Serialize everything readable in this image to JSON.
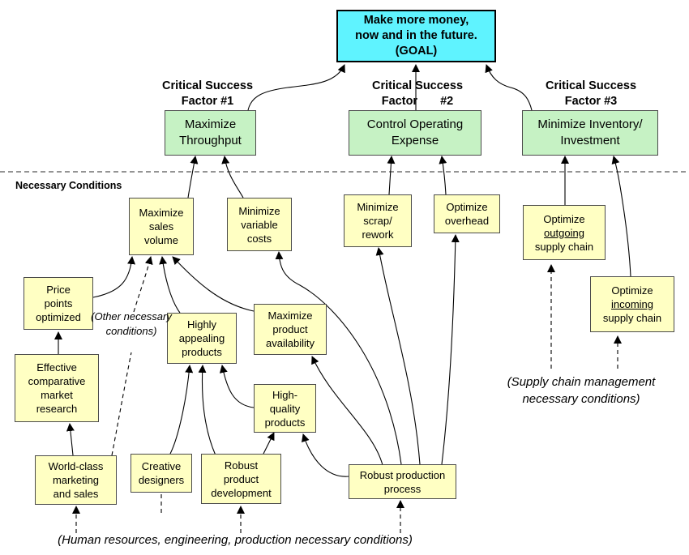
{
  "goal": {
    "line1": "Make more money,",
    "line2": "now and in the future.",
    "line3": "(GOAL)"
  },
  "csf_headers": {
    "csf1_line1": "Critical Success",
    "csf1_line2": "Factor #1",
    "csf2_line1": "Critical Success",
    "csf2_line2a": "Factor",
    "csf2_line2b": "#2",
    "csf3_line1": "Critical Success",
    "csf3_line2": "Factor #3"
  },
  "csf_boxes": {
    "throughput": [
      "Maximize",
      "Throughput"
    ],
    "opex": [
      "Control Operating",
      "Expense"
    ],
    "inventory": [
      "Minimize Inventory/",
      "Investment"
    ]
  },
  "section_label": "Necessary Conditions",
  "nodes": {
    "max_sales": [
      "Maximize",
      "sales",
      "volume"
    ],
    "min_var": [
      "Minimize",
      "variable",
      "costs"
    ],
    "min_scrap": [
      "Minimize",
      "scrap/",
      "rework"
    ],
    "opt_overhead": [
      "Optimize",
      "overhead"
    ],
    "opt_outgoing": {
      "line1": "Optimize",
      "line2": "outgoing",
      "line3": "supply chain"
    },
    "opt_incoming": {
      "line1": "Optimize",
      "line2": "incoming",
      "line3": "supply chain"
    },
    "price_points": [
      "Price",
      "points",
      "optimized"
    ],
    "comparative": [
      "Effective",
      "comparative",
      "market",
      "research"
    ],
    "world_class": [
      "World-class",
      "marketing",
      "and sales"
    ],
    "appealing": [
      "Highly",
      "appealing",
      "products"
    ],
    "availability": [
      "Maximize",
      "product",
      "availability"
    ],
    "high_quality": [
      "High-",
      "quality",
      "products"
    ],
    "creative": [
      "Creative",
      "designers"
    ],
    "robust_dev": [
      "Robust",
      "product",
      "development"
    ],
    "robust_prod": [
      "Robust production",
      "process"
    ]
  },
  "notes": {
    "other_nc": [
      "(Other",
      "necessary",
      "conditions)"
    ],
    "supply_nc": [
      "(Supply chain",
      "management necessary",
      "conditions)"
    ],
    "human_nc": "(Human resources, engineering, production necessary conditions)"
  }
}
